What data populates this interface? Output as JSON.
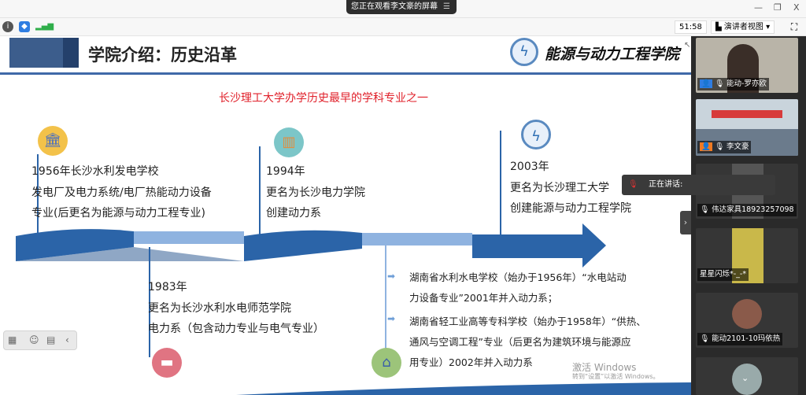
{
  "topbar": {
    "banner": "您正在观看李文豪的屏幕",
    "banner_icon": "menu-icon",
    "minimize": "—",
    "restore": "❐",
    "close": "X"
  },
  "toolbar": {
    "timer": "51:58",
    "view_mode": "演讲者视图",
    "view_caret": "▾",
    "fullscreen": "⛶"
  },
  "slide": {
    "title": "学院介绍：历史沿革",
    "logo_text": "能源与动力工程学院",
    "subtitle": "长沙理工大学办学历史最早的学科专业之一",
    "events": [
      {
        "lines": [
          "1956年长沙水利发电学校",
          "发电厂及电力系统/电厂热能动力设备",
          "专业(后更名为能源与动力工程专业)"
        ]
      },
      {
        "lines": [
          "1983年",
          "更名为长沙水利水电师范学院",
          "电力系（包含动力专业与电气专业）"
        ]
      },
      {
        "lines": [
          "1994年",
          "更名为长沙电力学院",
          "创建动力系"
        ]
      },
      {
        "lines": [
          "2003年",
          "更名为长沙理工大学",
          "创建能源与动力工程学院"
        ]
      }
    ],
    "mergers": [
      {
        "lines": [
          "湖南省水利水电学校（始办于1956年）“水电站动",
          "力设备专业”2001年并入动力系；"
        ]
      },
      {
        "lines": [
          "湖南省轻工业高等专科学校（始办于1958年）“供热、",
          "通风与空调工程”专业（后更名为建筑环境与能源应",
          "用专业）2002年并入动力系"
        ]
      }
    ],
    "colors": {
      "accent": "#2b64a8",
      "subtitle": "#e0202a"
    }
  },
  "watermark": {
    "line1": "激活 Windows",
    "line2": "转到“设置”以激活 Windows。"
  },
  "speaking": {
    "label": "正在讲话:"
  },
  "participants": [
    {
      "name": "能动-罗亦欧"
    },
    {
      "name": "李文豪"
    },
    {
      "name": "伟达家具18923257098"
    },
    {
      "name": "星星闪烁*-_-*"
    },
    {
      "name": "能动2101-10玛依热"
    },
    {
      "name": ""
    }
  ]
}
